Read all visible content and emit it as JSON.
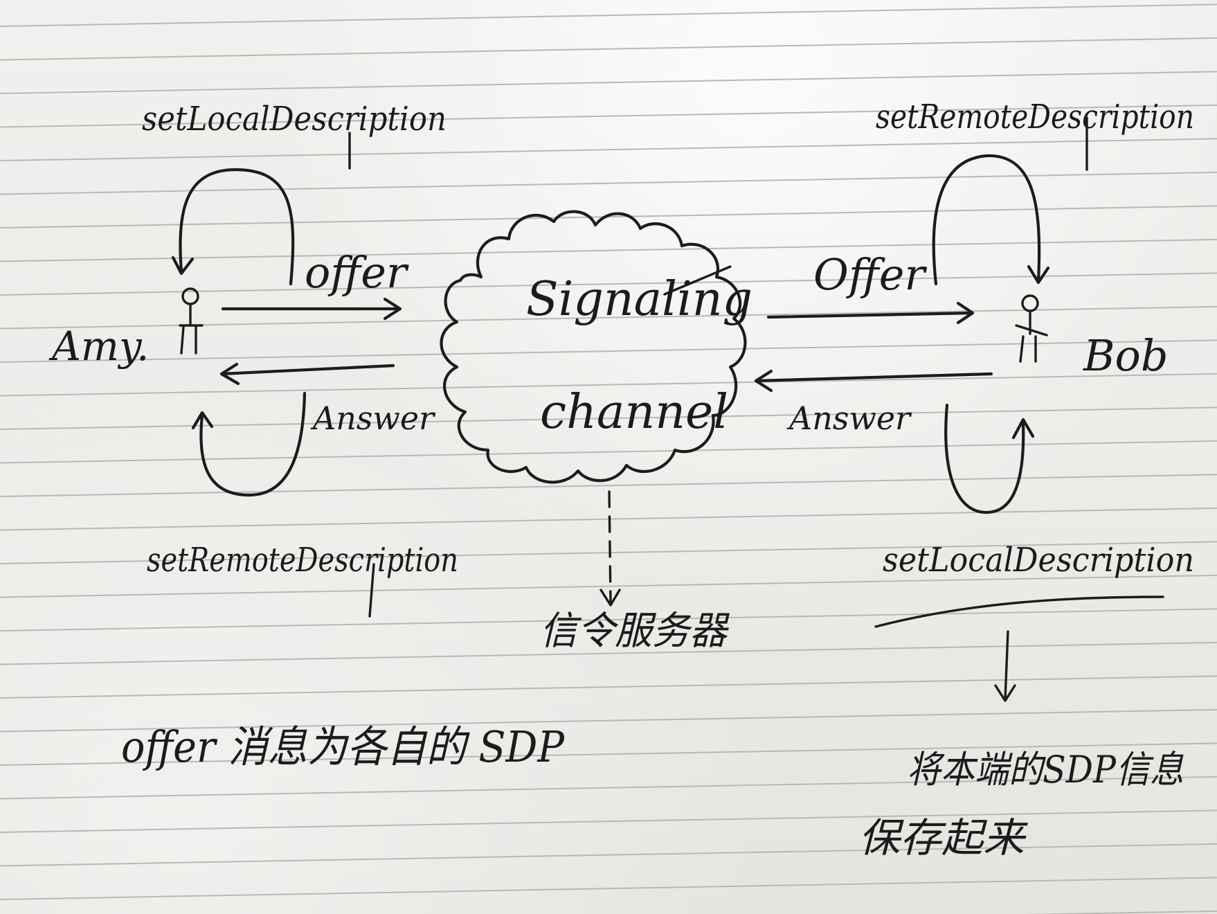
{
  "diagram": {
    "participants": {
      "left_name": "Amy.",
      "right_name": "Bob"
    },
    "cloud": {
      "line1": "Signaling",
      "line2": "channel"
    },
    "messages": {
      "left_offer": "offer",
      "left_answer": "Answer",
      "right_offer": "Offer",
      "right_answer": "Answer"
    },
    "methods": {
      "left_top": "setLocalDescription",
      "left_bottom": "setRemoteDescription",
      "right_top": "setRemoteDescription",
      "right_bottom": "setLocalDescription"
    },
    "notes": {
      "server": "信令服务器",
      "offer_note": "offer 消息为各自的 SDP",
      "right_note_line1": "将本端的SDP信息",
      "right_note_line2": "保存起来"
    }
  },
  "colors": {
    "ink": "#1c1c1c",
    "paper": "#eceae7",
    "rule_line": "#b9b8b6"
  }
}
